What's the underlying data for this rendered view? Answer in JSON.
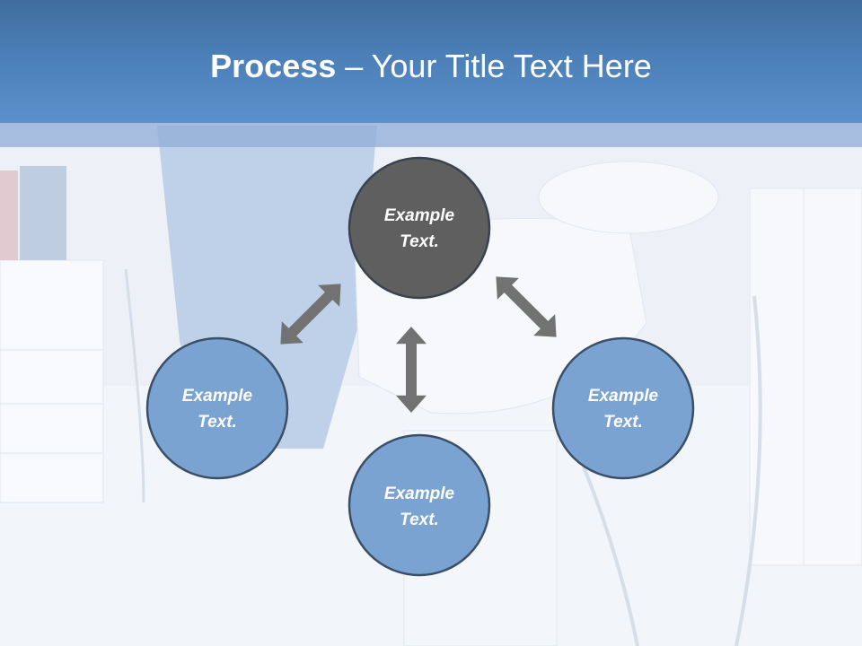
{
  "title": {
    "bold": "Process",
    "rest": " – Your Title Text Here"
  },
  "nodes": {
    "top": {
      "line1": "Example",
      "line2": "Text."
    },
    "left": {
      "line1": "Example",
      "line2": "Text."
    },
    "right": {
      "line1": "Example",
      "line2": "Text."
    },
    "bottom": {
      "line1": "Example",
      "line2": "Text."
    }
  },
  "colors": {
    "title_bar": "#4c7fb7",
    "center_node": "#5f5f5f",
    "outer_node": "#7ba3d2",
    "node_border": "#3a4f66",
    "arrow": "#727272"
  }
}
